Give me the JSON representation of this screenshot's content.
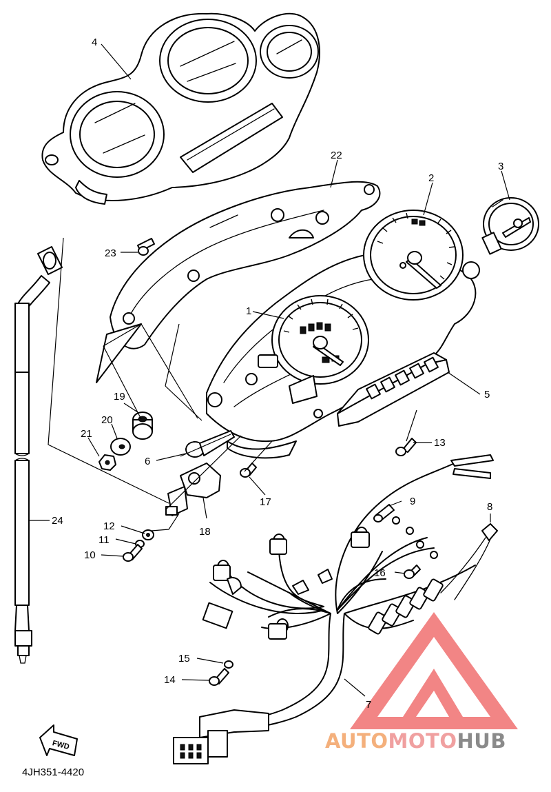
{
  "diagram": {
    "parts": [
      {
        "id": "1",
        "name": "tachometer"
      },
      {
        "id": "2",
        "name": "speedometer"
      },
      {
        "id": "3",
        "name": "temperature-gauge"
      },
      {
        "id": "4",
        "name": "meter-cover"
      },
      {
        "id": "5",
        "name": "indicator-panel"
      },
      {
        "id": "6",
        "name": "drive-gear"
      },
      {
        "id": "7",
        "name": "wire-harness"
      },
      {
        "id": "8",
        "name": "bulb"
      },
      {
        "id": "9",
        "name": "bulb"
      },
      {
        "id": "10",
        "name": "screw"
      },
      {
        "id": "11",
        "name": "washer"
      },
      {
        "id": "12",
        "name": "nut"
      },
      {
        "id": "13",
        "name": "screw"
      },
      {
        "id": "14",
        "name": "screw"
      },
      {
        "id": "15",
        "name": "washer"
      },
      {
        "id": "16",
        "name": "screw"
      },
      {
        "id": "17",
        "name": "screw"
      },
      {
        "id": "18",
        "name": "gear-housing"
      },
      {
        "id": "19",
        "name": "damper"
      },
      {
        "id": "20",
        "name": "collar"
      },
      {
        "id": "21",
        "name": "nut"
      },
      {
        "id": "22",
        "name": "bracket"
      },
      {
        "id": "23",
        "name": "bolt"
      },
      {
        "id": "24",
        "name": "speedometer-cable"
      }
    ],
    "fwd_label": "FWD",
    "code": "4JH351-4420"
  },
  "watermark": {
    "part1": "AUTO",
    "part2": "MOTO",
    "part3": "HUB",
    "colors": {
      "auto": "#f4b07c",
      "moto": "#f0a0a0",
      "hub": "#8a8a8a",
      "logo": "#f07070"
    }
  }
}
